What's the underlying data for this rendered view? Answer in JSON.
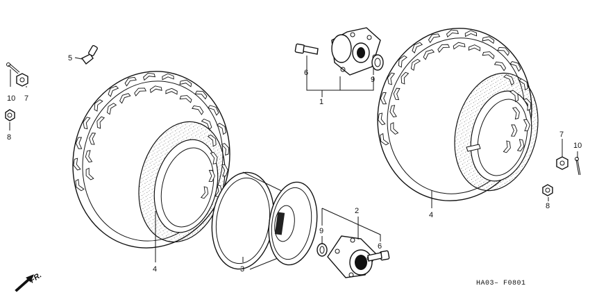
{
  "callouts": {
    "c1": "1",
    "c2": "2",
    "c3": "3",
    "c4_left": "4",
    "c4_right": "4",
    "c5": "5",
    "c6_top": "6",
    "c6_bottom": "6",
    "c7_left": "7",
    "c7_right": "7",
    "c8_left": "8",
    "c8_right": "8",
    "c9_top": "9",
    "c9_bottom": "9",
    "c10_left": "10",
    "c10_right": "10"
  },
  "direction_mark": "FR.",
  "figure_code": "HA03– F0801",
  "colors": {
    "line": "#111111",
    "background": "#ffffff"
  }
}
